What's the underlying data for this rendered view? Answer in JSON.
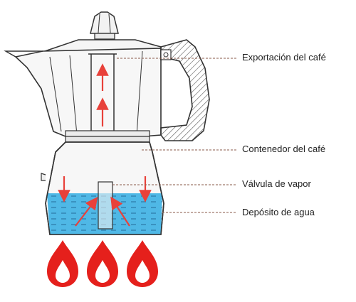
{
  "labels": {
    "coffee_export": "Exportación del café",
    "coffee_container": "Contenedor del café",
    "steam_valve": "Válvula de vapor",
    "water_tank": "Depósito de agua"
  },
  "colors": {
    "outline": "#333333",
    "water": "#4fb8e6",
    "coffee": "#5a1a12",
    "arrow": "#e8413a",
    "flame": "#e5201c",
    "leader": "#8a5a4a"
  },
  "icons": {
    "flames": [
      "flame-icon",
      "flame-icon",
      "flame-icon"
    ],
    "arrows": "arrow-icon"
  }
}
